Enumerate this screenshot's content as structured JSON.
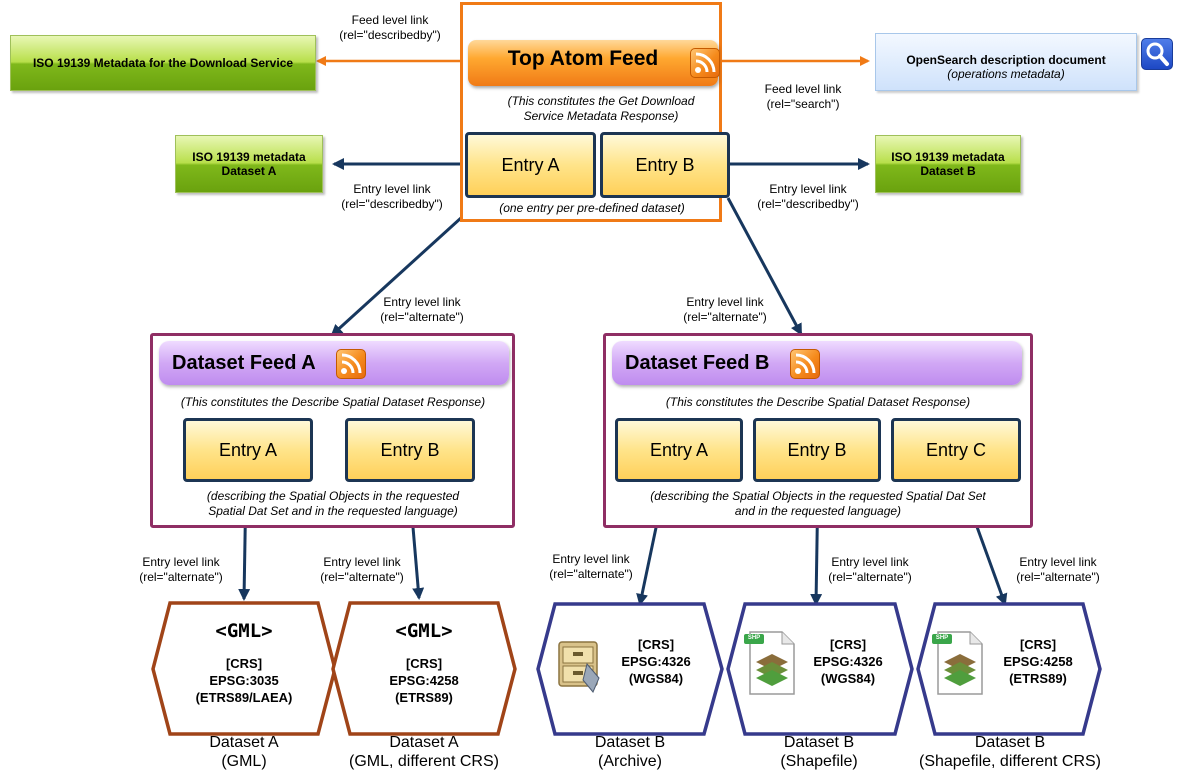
{
  "top_feed": {
    "title": "Top Atom Feed",
    "note": "(This constitutes the Get Download Service Metadata Response)",
    "entry_a": "Entry A",
    "entry_b": "Entry B",
    "entries_note": "(one entry per pre-defined dataset)"
  },
  "service_metadata": {
    "label": "ISO 19139 Metadata for the Download Service",
    "link_line1": "Feed level link",
    "link_line2": "(rel=\"describedby\")"
  },
  "opensearch": {
    "title": "OpenSearch description document",
    "subtitle": "(operations metadata)",
    "link_line1": "Feed level link",
    "link_line2": "(rel=\"search\")"
  },
  "dataset_metadata_a": {
    "line1": "ISO 19139 metadata",
    "line2": "Dataset A",
    "link_line1": "Entry level link",
    "link_line2": "(rel=\"describedby\")"
  },
  "dataset_metadata_b": {
    "line1": "ISO 19139 metadata",
    "line2": "Dataset B",
    "link_line1": "Entry level link",
    "link_line2": "(rel=\"describedby\")"
  },
  "feed_links": {
    "to_a_line1": "Entry level link",
    "to_a_line2": "(rel=\"alternate\")",
    "to_b_line1": "Entry level link",
    "to_b_line2": "(rel=\"alternate\")"
  },
  "dataset_feed_a": {
    "title": "Dataset Feed A",
    "note": "(This constitutes the Describe Spatial Dataset Response)",
    "entry_a": "Entry A",
    "entry_b": "Entry B",
    "desc_line1": "(describing the Spatial Objects in the requested",
    "desc_line2": "Spatial Dat Set and in the requested language)"
  },
  "dataset_feed_b": {
    "title": "Dataset Feed B",
    "note": "(This constitutes the Describe Spatial Dataset Response)",
    "entry_a": "Entry A",
    "entry_b": "Entry B",
    "entry_c": "Entry C",
    "desc_line1": "(describing the Spatial Objects in the requested Spatial Dat Set",
    "desc_line2": "and in the requested language)"
  },
  "downloads": [
    {
      "link1": "Entry level link",
      "link2": "(rel=\"alternate\")",
      "tag": "<GML>",
      "crs": "[CRS]",
      "epsg": "EPSG:3035",
      "system": "(ETRS89/LAEA)",
      "cap1": "Dataset A",
      "cap2": "(GML)"
    },
    {
      "link1": "Entry level link",
      "link2": "(rel=\"alternate\")",
      "tag": "<GML>",
      "crs": "[CRS]",
      "epsg": "EPSG:4258",
      "system": "(ETRS89)",
      "cap1": "Dataset A",
      "cap2": "(GML, different CRS)"
    },
    {
      "link1": "Entry level link",
      "link2": "(rel=\"alternate\")",
      "icon": "archive-icon",
      "crs": "[CRS]",
      "epsg": "EPSG:4326",
      "system": "(WGS84)",
      "cap1": "Dataset B",
      "cap2": "(Archive)"
    },
    {
      "link1": "Entry level link",
      "link2": "(rel=\"alternate\")",
      "icon": "shapefile-icon",
      "icon_text": "SHP",
      "crs": "[CRS]",
      "epsg": "EPSG:4326",
      "system": "(WGS84)",
      "cap1": "Dataset B",
      "cap2": "(Shapefile)"
    },
    {
      "link1": "Entry level link",
      "link2": "(rel=\"alternate\")",
      "icon": "shapefile-icon",
      "icon_text": "SHP",
      "crs": "[CRS]",
      "epsg": "EPSG:4258",
      "system": "(ETRS89)",
      "cap1": "Dataset B",
      "cap2": "(Shapefile, different CRS)"
    }
  ],
  "colors": {
    "feed_link": "#f07a16",
    "entry_link": "#17375e",
    "gml_border": "#a04418",
    "other_border": "#363a8c"
  }
}
